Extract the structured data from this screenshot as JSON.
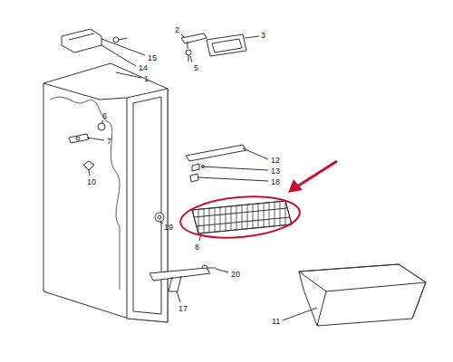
{
  "diagram": {
    "labels": [
      "2",
      "3",
      "5",
      "15",
      "14",
      "1",
      "6",
      "7",
      "12",
      "13",
      "18",
      "10",
      "19",
      "8",
      "20",
      "17",
      "11"
    ]
  }
}
